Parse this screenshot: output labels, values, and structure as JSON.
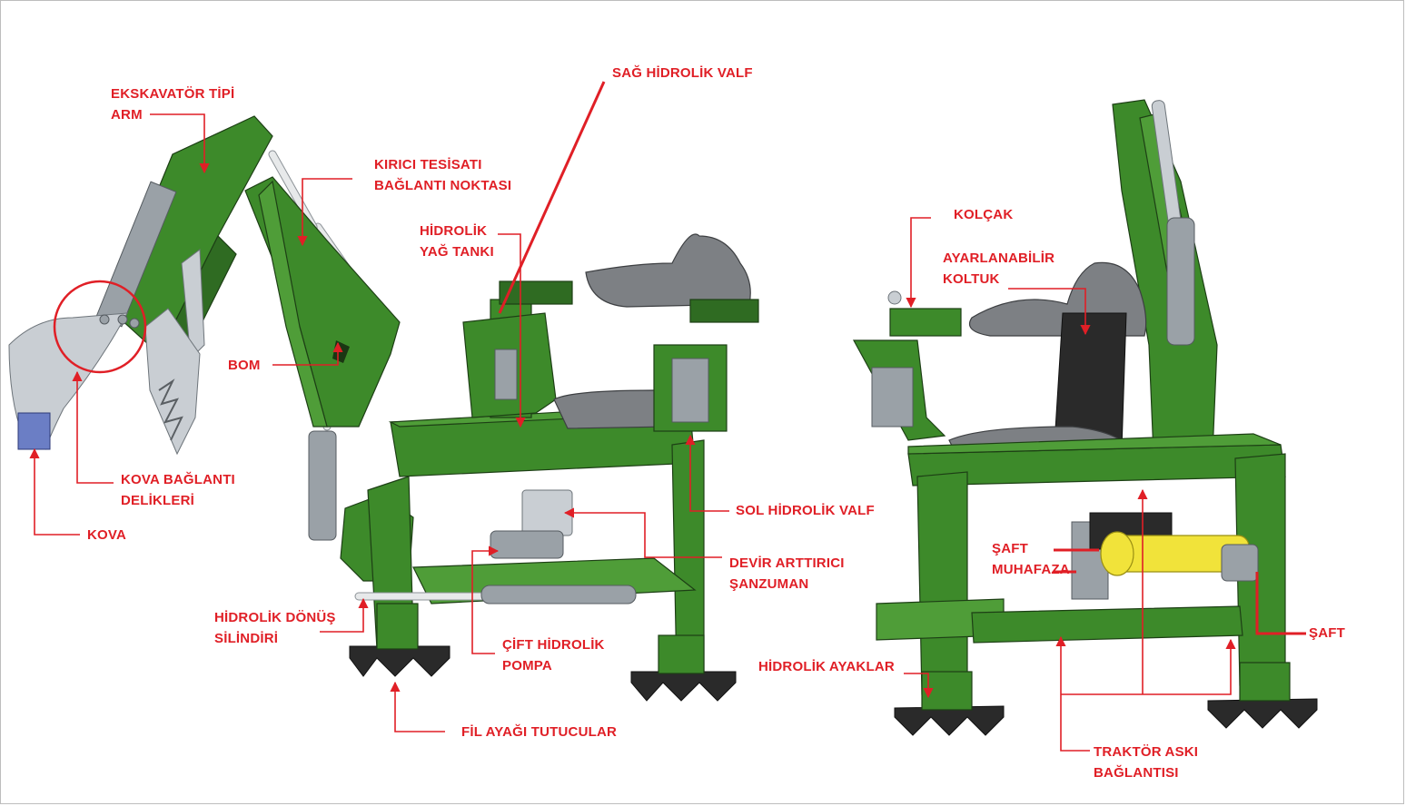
{
  "labels": {
    "ekskavator_arm": [
      "EKSKAVATÖR TİPİ",
      "ARM"
    ],
    "sag_valf": [
      "SAĞ HİDROLİK VALF"
    ],
    "kirici": [
      "KIRICI TESİSATI",
      "BAĞLANTI NOKTASI"
    ],
    "yag_tanki": [
      "HİDROLİK",
      "YAĞ TANKI"
    ],
    "bom": [
      "BOM"
    ],
    "kova_delik": [
      "KOVA BAĞLANTI",
      "DELİKLERİ"
    ],
    "kova": [
      "KOVA"
    ],
    "sol_valf": [
      "SOL HİDROLİK VALF"
    ],
    "devir": [
      "DEVİR ARTTIRICI",
      "ŞANZUMAN"
    ],
    "donus": [
      "HİDROLİK DÖNÜŞ",
      "SİLİNDİRİ"
    ],
    "pompa": [
      "ÇİFT HİDROLİK",
      "POMPA"
    ],
    "fil": [
      "FİL AYAĞI TUTUCULAR"
    ],
    "kolcak": [
      "KOLÇAK"
    ],
    "koltuk": [
      "AYARLANABİLİR",
      "KOLTUK"
    ],
    "saft_muhafaza": [
      "ŞAFT",
      "MUHAFAZA"
    ],
    "saft": [
      "ŞAFT"
    ],
    "ayaklar": [
      "HİDROLİK AYAKLAR"
    ],
    "askı": [
      "TRAKTÖR ASKI",
      "BAĞLANTISI"
    ]
  },
  "colors": {
    "label": "#e01f26",
    "frame_green": "#3d8a2a",
    "shaft_yellow": "#f1e33a"
  },
  "icons": {
    "left_view": "backhoe-side-view",
    "right_view": "backhoe-rear-view"
  }
}
